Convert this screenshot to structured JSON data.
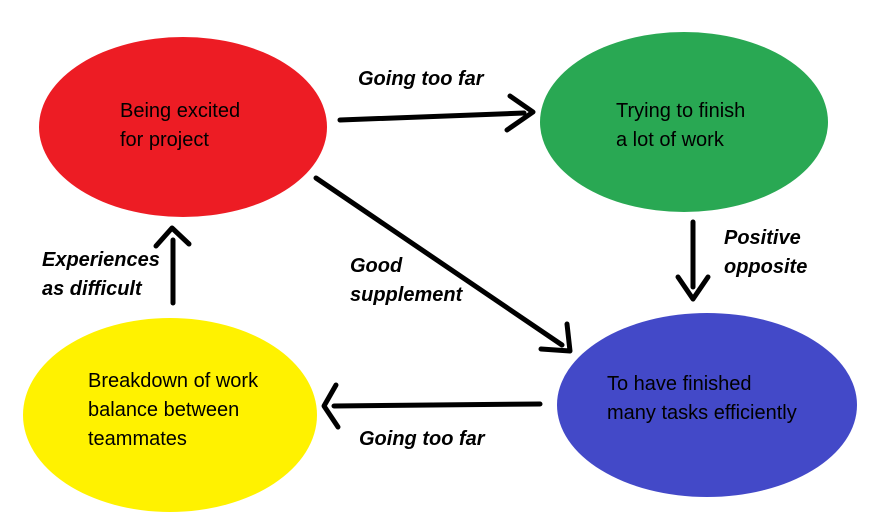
{
  "diagram": {
    "background": "#ffffff",
    "arrow_color": "#000000",
    "text_color": "#000000",
    "nodes": [
      {
        "id": "being-excited",
        "color": "#ed1c24",
        "lines": [
          "Being excited",
          "for project"
        ]
      },
      {
        "id": "trying-to-finish",
        "color": "#29a853",
        "lines": [
          "Trying to finish",
          "a lot of work"
        ]
      },
      {
        "id": "finished-tasks",
        "color": "#4349c8",
        "lines": [
          "To have finished",
          "many tasks efficiently"
        ]
      },
      {
        "id": "breakdown-work-balance",
        "color": "#fff200",
        "lines": [
          "Breakdown of work",
          "balance between",
          "teammates"
        ]
      }
    ],
    "edges": [
      {
        "id": "excited-to-trying",
        "label_lines": [
          "Going too far"
        ]
      },
      {
        "id": "trying-to-finished",
        "label_lines": [
          "Positive",
          "opposite"
        ]
      },
      {
        "id": "excited-to-finished",
        "label_lines": [
          "Good",
          "supplement"
        ]
      },
      {
        "id": "finished-to-breakdown",
        "label_lines": [
          "Going too far"
        ]
      },
      {
        "id": "breakdown-to-excited",
        "label_lines": [
          "Experiences",
          "as difficult"
        ]
      }
    ]
  }
}
